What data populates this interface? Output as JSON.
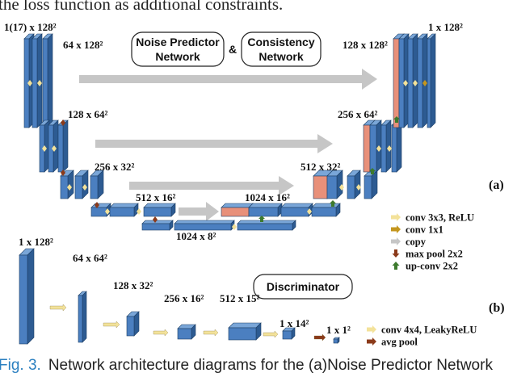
{
  "header_text": "the loss function as additional constraints.",
  "boxes": {
    "noise_predictor": [
      "Noise Predictor",
      "Network"
    ],
    "ampersand": "&",
    "consistency": [
      "Consistency",
      "Network"
    ],
    "discriminator": "Discriminator"
  },
  "panel_labels": {
    "a": "(a)",
    "b": "(b)"
  },
  "size_labels": {
    "in": "1(17) x 128²",
    "enc1": "64 x 128²",
    "enc2": "128 x 64²",
    "enc3": "256 x 32²",
    "enc4": "512 x 16²",
    "bottleneck": "1024 x 8²",
    "dec4": "1024 x 16²",
    "dec3": "512 x 32²",
    "dec2": "256 x 64²",
    "dec1": "128 x 128²",
    "out": "1 x 128²",
    "d_in": "1 x 128²",
    "d1": "64 x 64²",
    "d2": "128 x 32²",
    "d3": "256 x 16²",
    "d4": "512 x 15²",
    "d5": "1 x 14²",
    "d6": "1 x 1²"
  },
  "legend_a": [
    {
      "text": "conv 3x3, ReLU",
      "color": "#f3e29a",
      "dir": "right"
    },
    {
      "text": "conv 1x1",
      "color": "#c4961e",
      "dir": "right"
    },
    {
      "text": "copy",
      "color": "#c6c6c6",
      "dir": "right"
    },
    {
      "text": "max pool 2x2",
      "color": "#8b3a1a",
      "dir": "down"
    },
    {
      "text": "up-conv 2x2",
      "color": "#3d7a2e",
      "dir": "up"
    }
  ],
  "legend_b": [
    {
      "text": "conv 4x4, LeakyReLU",
      "color": "#f3e29a",
      "dir": "right"
    },
    {
      "text": "avg pool",
      "color": "#8b3a1a",
      "dir": "right"
    }
  ],
  "caption": {
    "fig": "Fig. 3.",
    "text": "Network architecture diagrams for the (a)Noise Predictor Network"
  },
  "colors": {
    "block_face": "#4b7fc0",
    "block_top": "#7aa6d8",
    "block_side": "#2d5b92",
    "copy_face": "#e8907a",
    "edge": "#1d3f66"
  }
}
